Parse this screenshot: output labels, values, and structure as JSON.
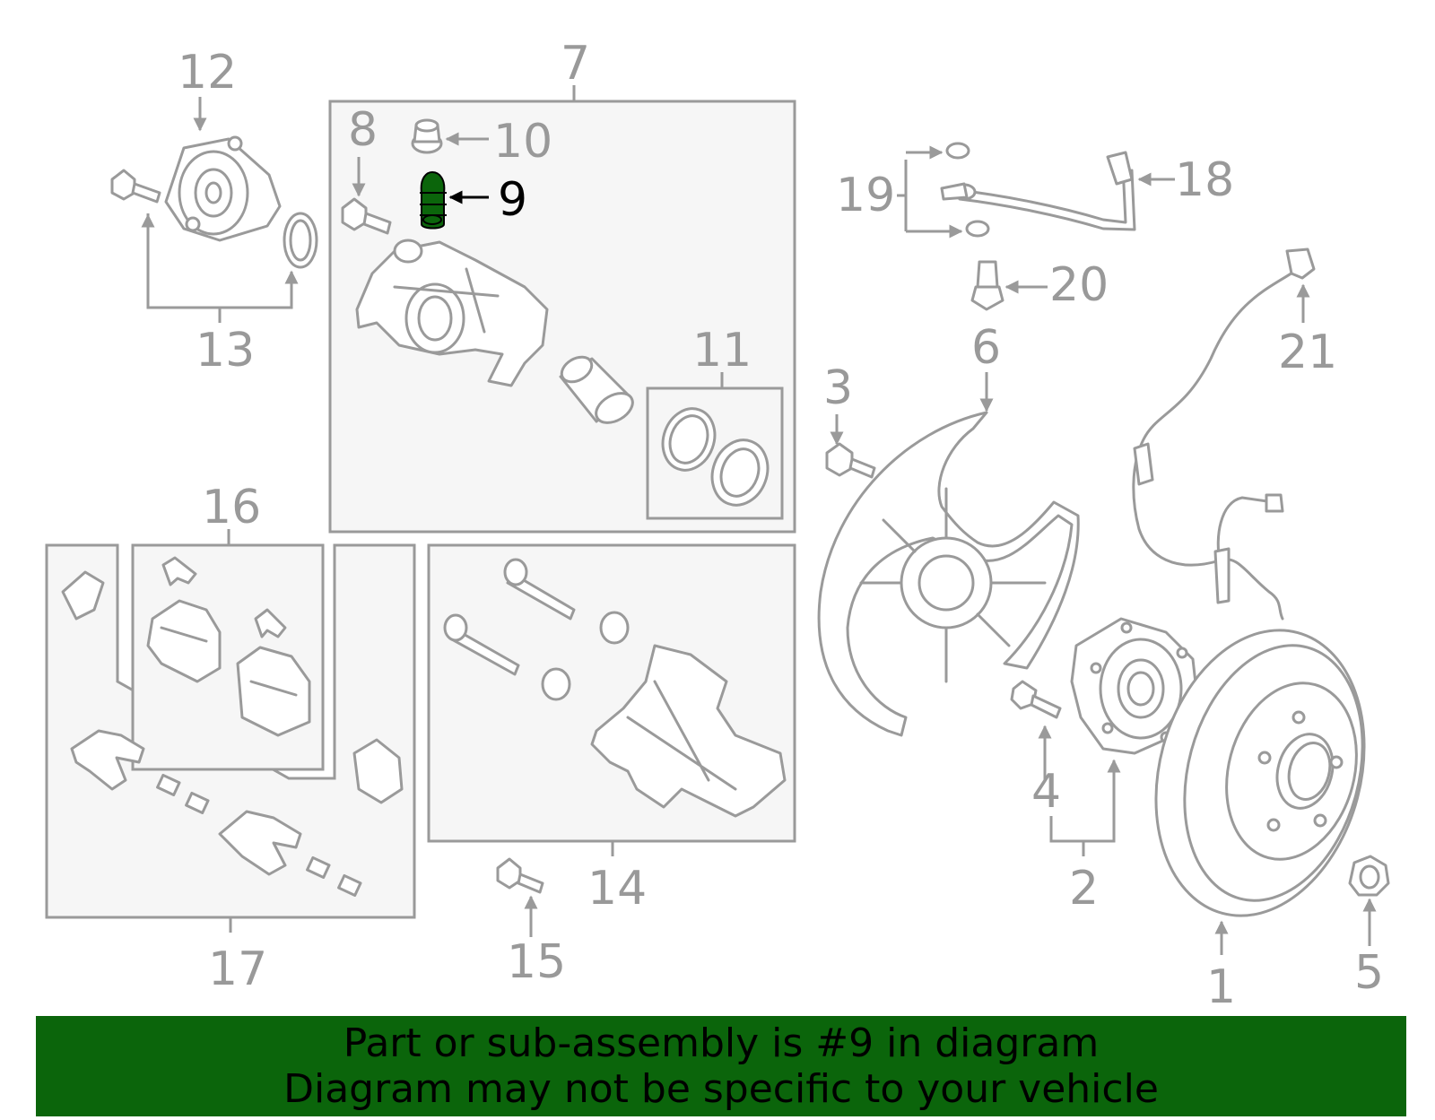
{
  "callouts": {
    "n1": "1",
    "n2": "2",
    "n3": "3",
    "n4": "4",
    "n5": "5",
    "n6": "6",
    "n7": "7",
    "n8": "8",
    "n9": "9",
    "n10": "10",
    "n11": "11",
    "n12": "12",
    "n13": "13",
    "n14": "14",
    "n15": "15",
    "n16": "16",
    "n17": "17",
    "n18": "18",
    "n19": "19",
    "n20": "20",
    "n21": "21"
  },
  "highlight": {
    "part": "9",
    "color": "#0b650b"
  },
  "banner": {
    "line1": "Part or sub-assembly is #9 in diagram",
    "line2": "Diagram may not be specific to your vehicle",
    "background": "#0b650b"
  }
}
